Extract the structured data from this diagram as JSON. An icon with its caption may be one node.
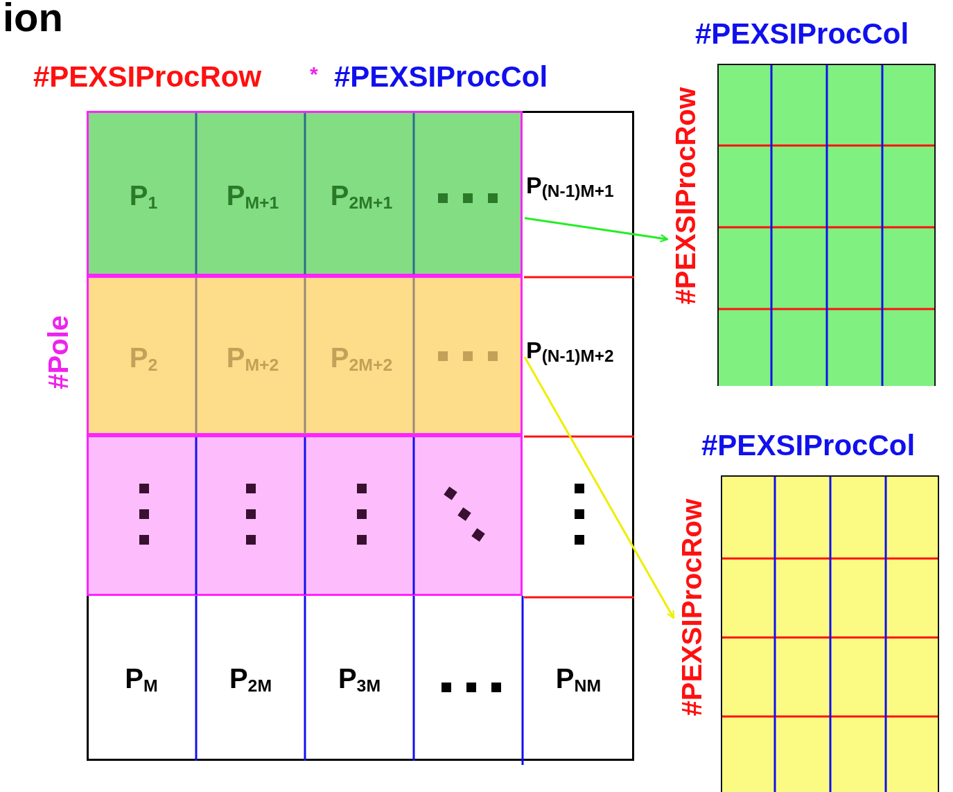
{
  "diagram": {
    "nodes": [
      {
        "text": [],
        "shape": "box"
      },
      {
        "text": [
          "P$_{1}$"
        ],
        "in": 0
      },
      {
        "text": [
          "P$_{M+1}$"
        ],
        "in": 0
      },
      {
        "text": [
          "P$_{2M+1}$"
        ],
        "in": 0
      },
      {
        "text": [
          "P$_{(N-1)M+1}$"
        ]
      },
      {
        "text": [],
        "shape": "box"
      },
      {
        "text": [
          "P$_{2}$"
        ],
        "in": 5
      },
      {
        "text": [
          "P$_{M+2}$"
        ],
        "in": 5
      },
      {
        "text": [
          "P$_{2M+2}$"
        ],
        "in": 5
      },
      {
        "text": [
          "P$_{(N-1)M+2}$"
        ]
      },
      {
        "text": [],
        "shape": "box"
      },
      {
        "text": [
          "P$_{M}$"
        ]
      },
      {
        "text": [
          "P$_{2M}$"
        ]
      },
      {
        "text": [
          "P$_{3M}$"
        ]
      },
      {
        "text": [
          "P$_{NM}$"
        ]
      },
      {
        "text": [
          "#PEXSIProcCol",
          "#PEXSIProcRow"
        ]
      },
      {
        "text": [
          "#PEXSIProcCol",
          "#PEXSIProcRow"
        ]
      }
    ],
    "edges": [
      {
        "from": 4,
        "to": 15,
        "arrow": "to",
        "color": "#22ee22"
      },
      {
        "from": 9,
        "to": 16,
        "arrow": "to",
        "color": "#eeee00"
      }
    ],
    "labels": [
      "ion",
      "#PEXSIProcRow",
      "*",
      "#PEXSIProcCol",
      "#Pole"
    ]
  }
}
